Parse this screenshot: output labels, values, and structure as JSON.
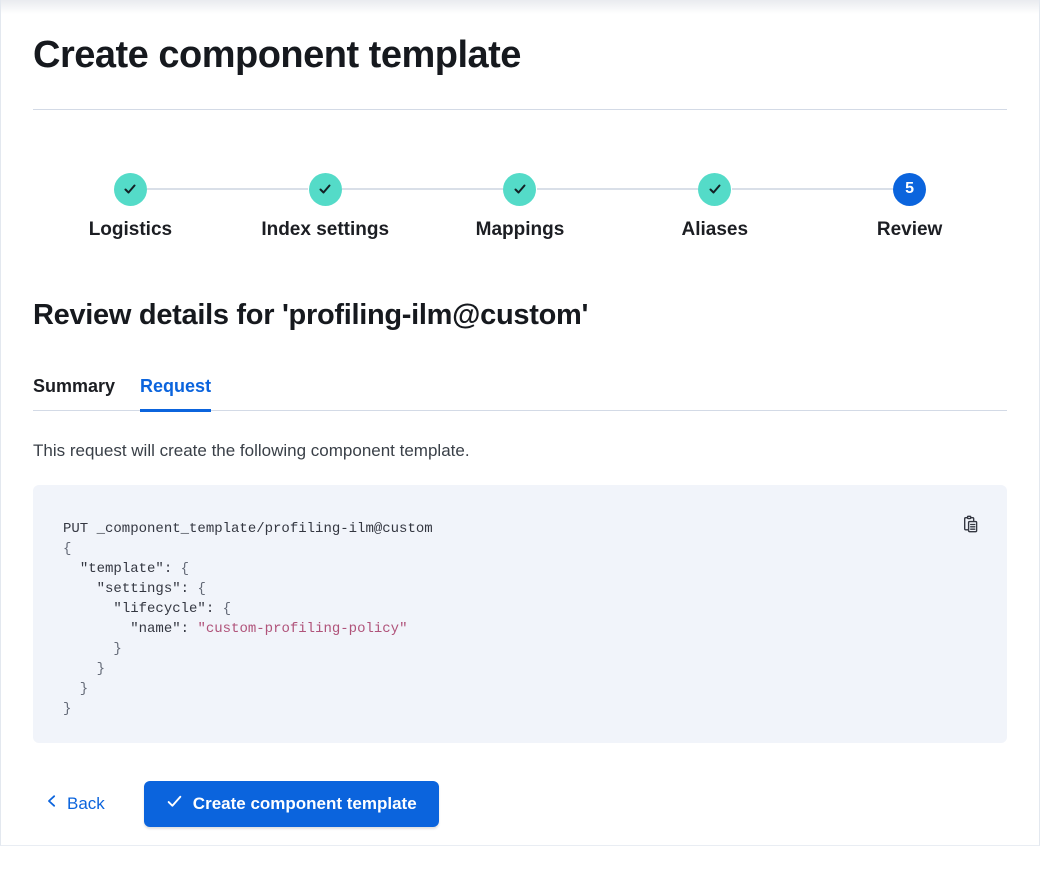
{
  "page": {
    "title": "Create component template"
  },
  "steps": {
    "items": [
      {
        "label": "Logistics",
        "status": "complete"
      },
      {
        "label": "Index settings",
        "status": "complete"
      },
      {
        "label": "Mappings",
        "status": "complete"
      },
      {
        "label": "Aliases",
        "status": "complete"
      },
      {
        "label": "Review",
        "status": "current",
        "number": "5"
      }
    ]
  },
  "review": {
    "heading": "Review details for 'profiling-ilm@custom'",
    "tabs": [
      {
        "label": "Summary",
        "active": false
      },
      {
        "label": "Request",
        "active": true
      }
    ],
    "description": "This request will create the following component template."
  },
  "code": {
    "copy_icon": "copy-clipboard-icon",
    "lines": [
      [
        [
          "plain",
          "PUT _component_template/profiling-ilm@custom"
        ]
      ],
      [
        [
          "punc",
          "{"
        ]
      ],
      [
        [
          "plain",
          "  "
        ],
        [
          "key",
          "\"template\""
        ],
        [
          "plain",
          ": "
        ],
        [
          "punc",
          "{"
        ]
      ],
      [
        [
          "plain",
          "    "
        ],
        [
          "key",
          "\"settings\""
        ],
        [
          "plain",
          ": "
        ],
        [
          "punc",
          "{"
        ]
      ],
      [
        [
          "plain",
          "      "
        ],
        [
          "key",
          "\"lifecycle\""
        ],
        [
          "plain",
          ": "
        ],
        [
          "punc",
          "{"
        ]
      ],
      [
        [
          "plain",
          "        "
        ],
        [
          "key",
          "\"name\""
        ],
        [
          "plain",
          ": "
        ],
        [
          "string",
          "\"custom-profiling-policy\""
        ]
      ],
      [
        [
          "punc",
          "      }"
        ]
      ],
      [
        [
          "punc",
          "    }"
        ]
      ],
      [
        [
          "punc",
          "  }"
        ]
      ],
      [
        [
          "punc",
          "}"
        ]
      ]
    ]
  },
  "footer": {
    "back_label": "Back",
    "submit_label": "Create component template"
  },
  "colors": {
    "primary": "#0B64DD",
    "step_complete": "#54DBC8",
    "code_background": "#F1F4FA",
    "code_string": "#B0537A",
    "divider": "#D3DAE6"
  }
}
